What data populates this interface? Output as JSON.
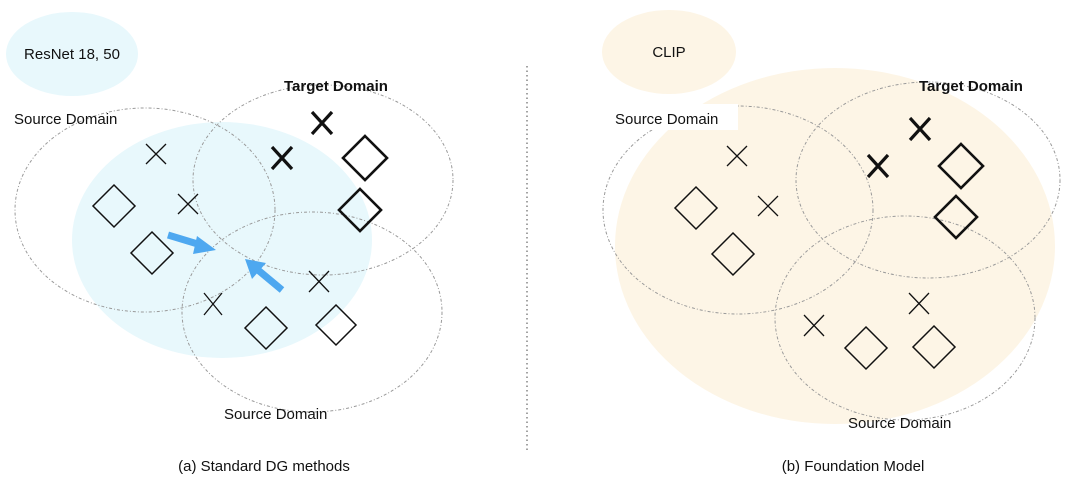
{
  "panel_a": {
    "model_label": "ResNet 18, 50",
    "source_label_top": "Source Domain",
    "target_label": "Target Domain",
    "source_label_bottom": "Source Domain",
    "caption": "(a) Standard DG methods",
    "model_color": "#e8f8fc",
    "arrow_color": "#4ea8f0"
  },
  "panel_b": {
    "model_label": "CLIP",
    "source_label_top": "Source Domain",
    "target_label": "Target Domain",
    "source_label_bottom": "Source Domain",
    "caption": "(b) Foundation Model",
    "model_color": "#fdf5e6"
  },
  "divider": {
    "style": "dotted"
  },
  "marks": {
    "source_symbols": [
      "cross",
      "diamond"
    ],
    "target_symbols": [
      "bold-cross",
      "bold-diamond"
    ]
  }
}
